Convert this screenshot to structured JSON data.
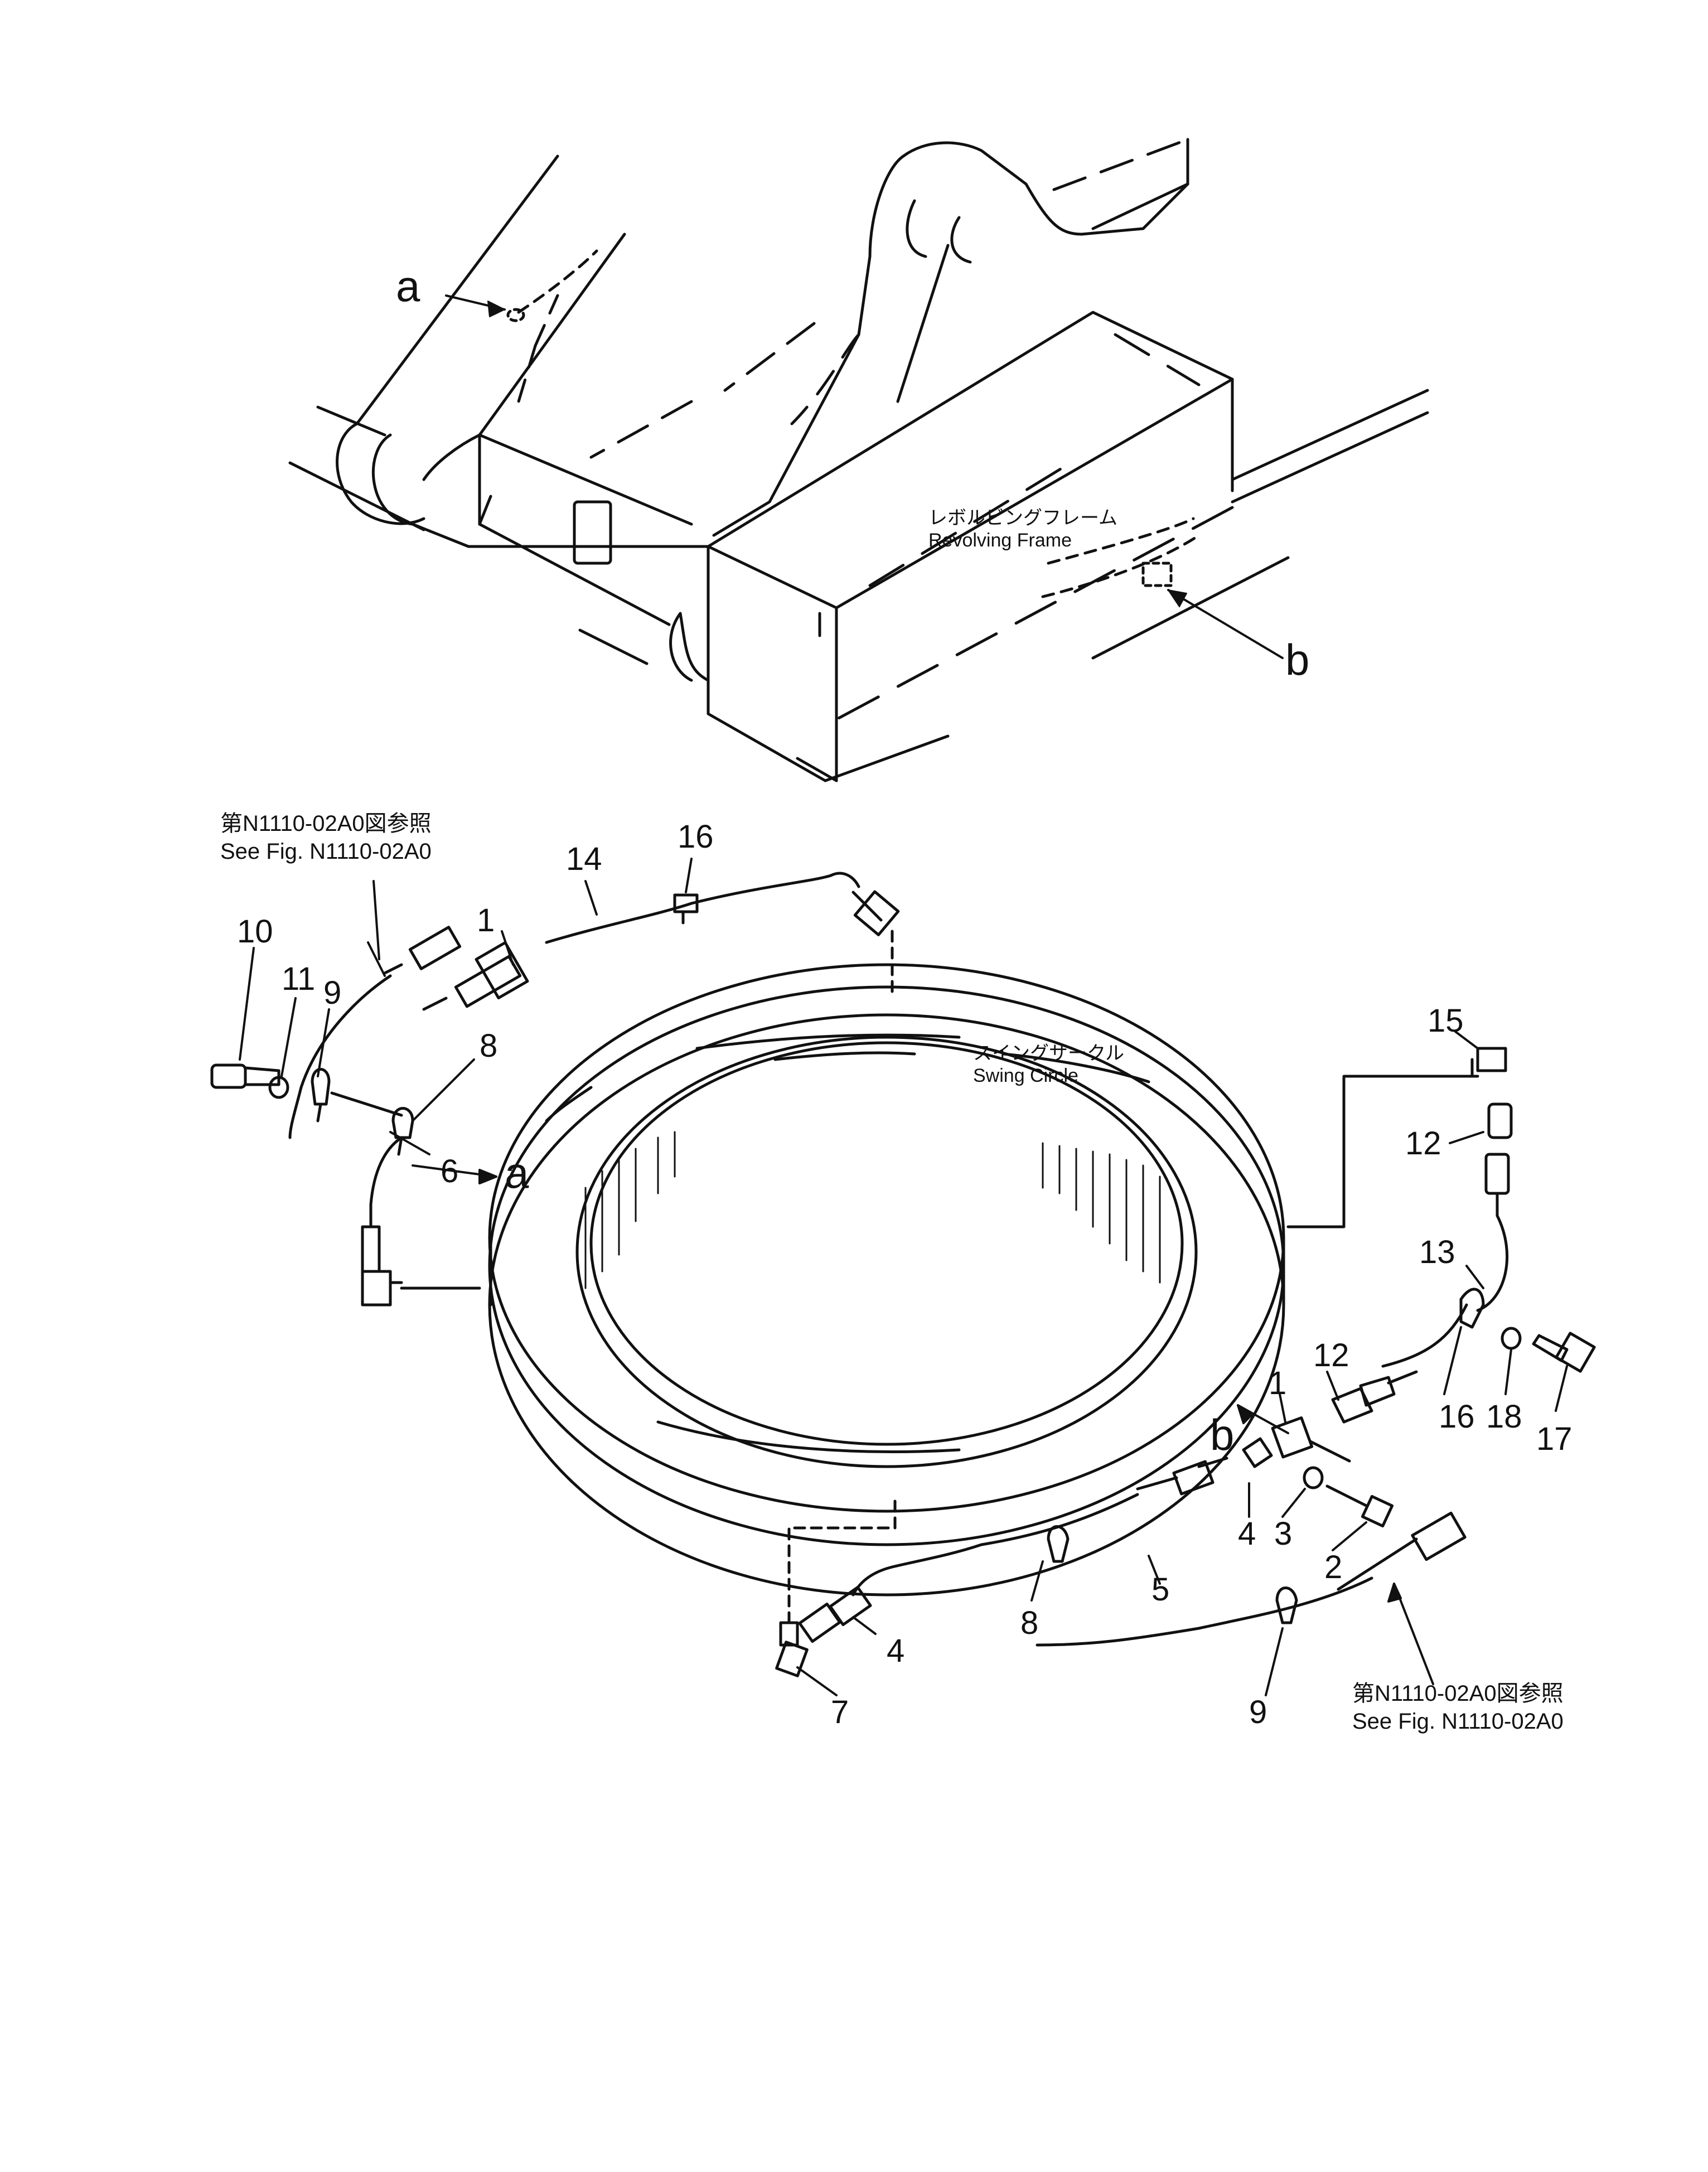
{
  "frame": {
    "label_jp": "レボルビングフレーム",
    "label_en": "Revolving  Frame"
  },
  "swing_circle": {
    "label_jp": "スイングサークル",
    "label_en": "Swing  Circle"
  },
  "views": {
    "a": "a",
    "b": "b"
  },
  "references": {
    "left_jp": "第N1110-02A0図参照",
    "left_en": "See  Fig. N1110-02A0",
    "right_jp": "第N1110-02A0図参照",
    "right_en": "See  Fig. N1110-02A0"
  },
  "callouts": [
    "1",
    "14",
    "16",
    "10",
    "11",
    "9",
    "8",
    "a",
    "6",
    "15",
    "12",
    "13",
    "16",
    "18",
    "17",
    "12",
    "1",
    "b",
    "4",
    "3",
    "2",
    "5",
    "8",
    "4",
    "7",
    "9"
  ],
  "colors": {
    "ink": "#111111",
    "paper": "#ffffff"
  }
}
